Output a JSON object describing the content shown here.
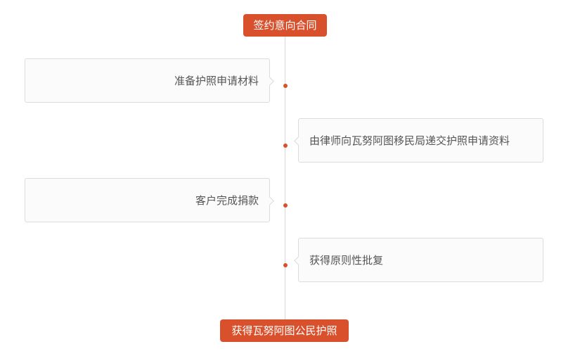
{
  "start_label": "签约意向合同",
  "end_label": "获得瓦努阿图公民护照",
  "steps": [
    {
      "text": "准备护照申请材料",
      "side": "left"
    },
    {
      "text": "由律师向瓦努阿图移民局递交护照申请资料",
      "side": "right"
    },
    {
      "text": "客户完成捐款",
      "side": "left"
    },
    {
      "text": "获得原则性批复",
      "side": "right"
    }
  ],
  "colors": {
    "accent": "#d9512c",
    "line": "#d9d9d9",
    "card_bg": "#fbfbfb",
    "card_border": "#dcdcdc"
  }
}
